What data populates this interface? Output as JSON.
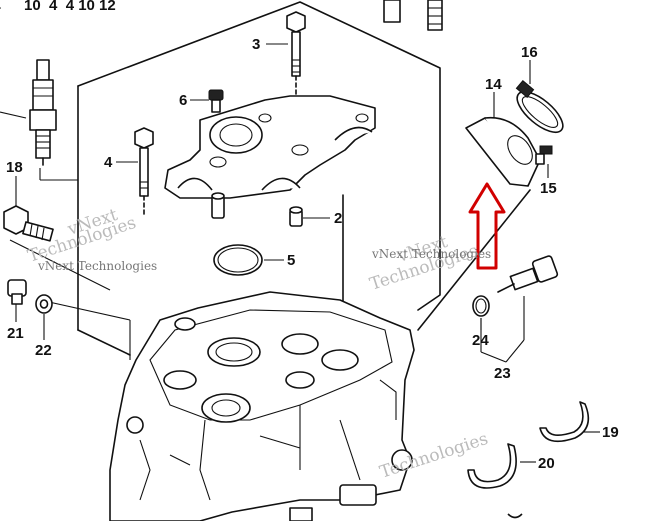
{
  "labels": {
    "top_left": "10  4  4 10 12",
    "p2": "2",
    "p3": "3",
    "p4": "4",
    "p5": "5",
    "p6": "6",
    "p14": "14",
    "p15": "15",
    "p16": "16",
    "p18": "18",
    "p19": "19",
    "p20": "20",
    "p21": "21",
    "p22": "22",
    "p23": "23",
    "p24": "24"
  },
  "watermark": {
    "brand": "vNext",
    "company": "Technologies",
    "full": "vNext Technologies"
  },
  "colors": {
    "arrow": "#d10000",
    "line": "#111111"
  }
}
